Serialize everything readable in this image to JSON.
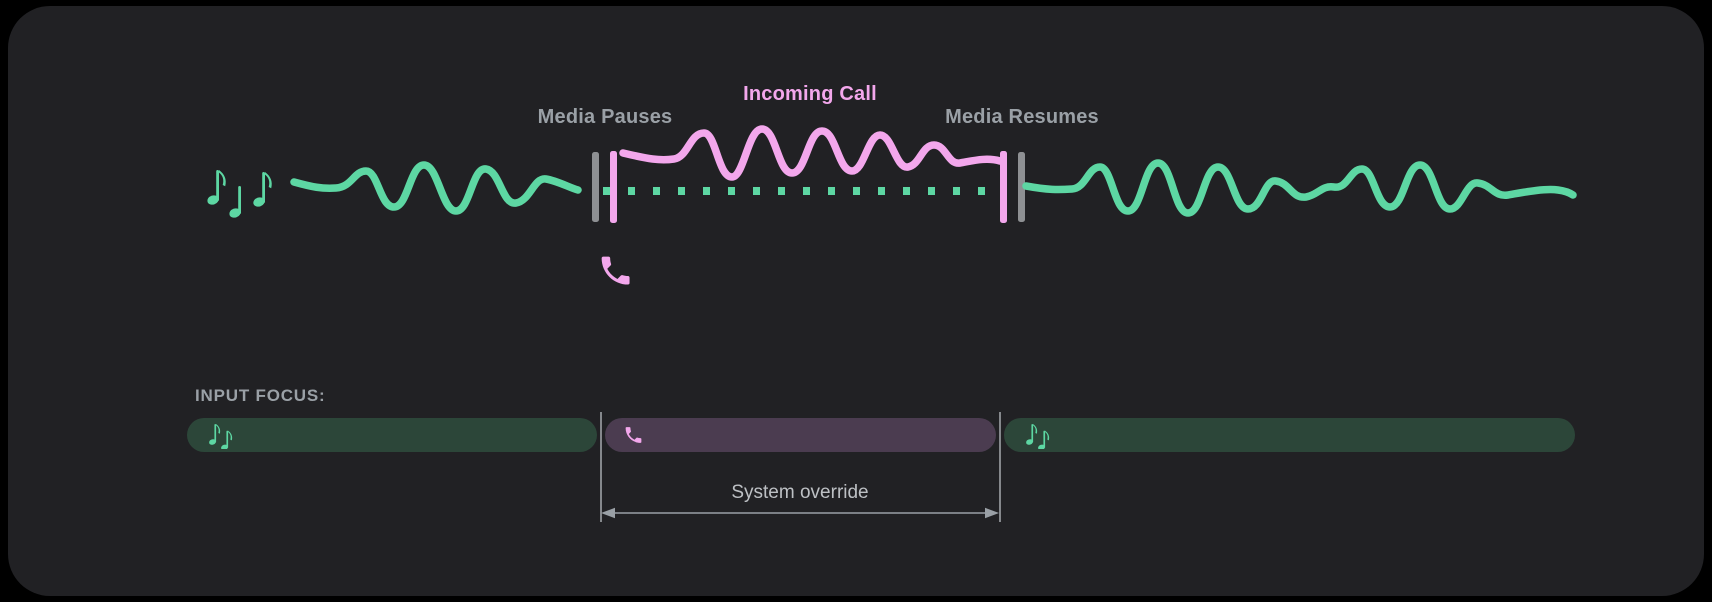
{
  "timeline": {
    "media_pauses_label": "Media Pauses",
    "incoming_call_label": "Incoming Call",
    "media_resumes_label": "Media Resumes",
    "media_icon": "music-notes-icon",
    "call_icon": "phone-icon"
  },
  "input_focus": {
    "heading": "INPUT FOCUS:",
    "system_override_label": "System override",
    "segments": [
      {
        "name": "media-before-call",
        "icon": "music-notes-icon"
      },
      {
        "name": "call-override",
        "icon": "phone-icon"
      },
      {
        "name": "media-after-call",
        "icon": "music-notes-icon"
      }
    ]
  },
  "colors": {
    "background": "#000000",
    "card": "#212124",
    "media_green": "#5dd7a3",
    "call_pink": "#f3a7ec",
    "label_gray": "#9aa0a6",
    "marker_gray": "#8e9093",
    "focus_media_bg": "#2c4639",
    "focus_call_bg": "#4b3c50",
    "override_text": "#bdc0c4",
    "guide_gray": "#85888c"
  }
}
